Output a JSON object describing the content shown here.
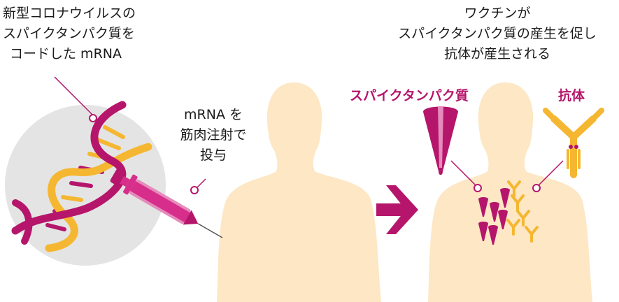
{
  "left_caption": [
    "新型コロナウイルスの",
    "スパイクタンパク質を",
    "コードした mRNA"
  ],
  "injection_caption": [
    "mRNA を",
    "筋肉注射で",
    "投与"
  ],
  "right_caption": [
    "ワクチンが",
    "スパイクタンパク質の産生を促し",
    "抗体が産生される"
  ],
  "label_spike": "スパイクタンパク質",
  "label_antibody": "抗体",
  "colors": {
    "magenta": "#b5166b",
    "yellow": "#f5b731",
    "skin": "#fde7c5",
    "circle": "#e4e4e4",
    "syringe": "#d62e8a"
  }
}
